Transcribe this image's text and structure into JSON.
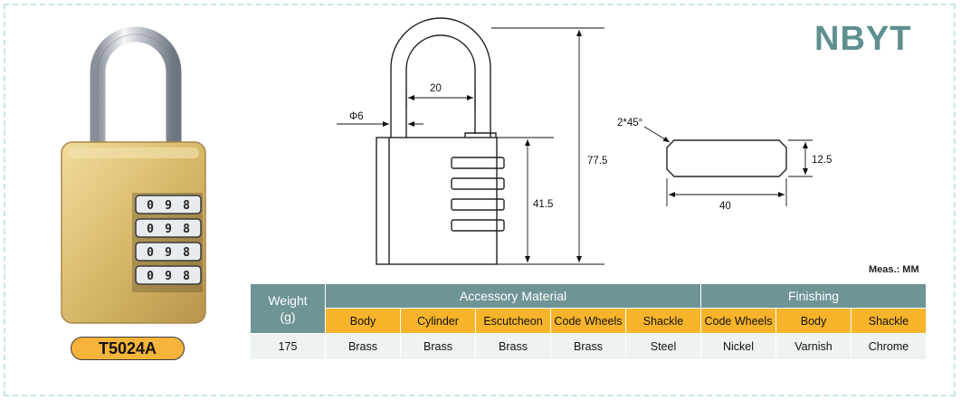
{
  "brand": "NBYT",
  "model": "T5024A",
  "units_note": "Meas.: MM",
  "dimensions": {
    "shackle_diameter": "Φ6",
    "shackle_inner_width": "20",
    "overall_height": "77.5",
    "body_height": "41.5",
    "chamfer": "2*45°",
    "profile_thickness": "12.5",
    "profile_width": "40"
  },
  "dial_digits": [
    "0",
    "9",
    "8"
  ],
  "table": {
    "weight_header": "Weight\n(g)",
    "accessory_header": "Accessory Material",
    "finishing_header": "Finishing",
    "accessory_columns": [
      "Body",
      "Cylinder",
      "Escutcheon",
      "Code Wheels",
      "Shackle"
    ],
    "finishing_columns": [
      "Code Wheels",
      "Body",
      "Shackle"
    ],
    "weight": "175",
    "accessory_values": [
      "Brass",
      "Brass",
      "Brass",
      "Brass",
      "Steel"
    ],
    "finishing_values": [
      "Nickel",
      "Varnish",
      "Chrome"
    ]
  },
  "colors": {
    "brand": "#5f8f90",
    "header_teal": "#6e9496",
    "header_orange": "#f7b42a",
    "brass": "#d8b96b"
  }
}
